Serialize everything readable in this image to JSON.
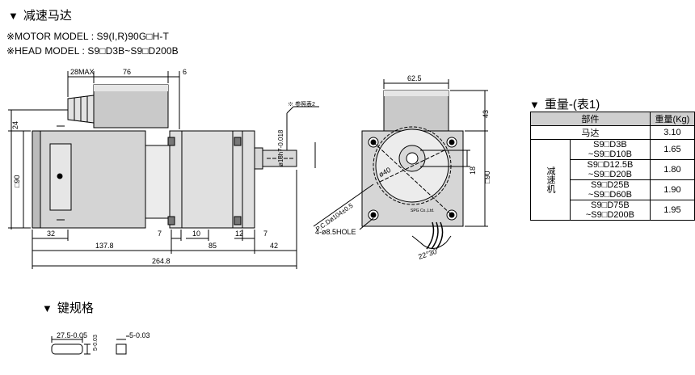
{
  "headers": {
    "reduction_motor": "减速马达",
    "weight_table": "重量-(表1)",
    "key_spec": "键规格"
  },
  "models": {
    "motor_model": "※MOTOR MODEL : S9(I,R)90G□H-T",
    "head_model": "※HEAD MODEL : S9□D3B~S9□D200B"
  },
  "dimensions": {
    "max28": "28MAX",
    "d76": "76",
    "d6": "6",
    "d24": "24",
    "d90_left": "□90",
    "d32": "32",
    "d137": "137.8",
    "d7a": "7",
    "d10": "10",
    "d12": "12",
    "d7b": "7",
    "d85": "85",
    "d42": "42",
    "d264": "264.8",
    "shaft": "ø18h7-0.018",
    "ref_table": "※ 参照表2",
    "d62": "62.5",
    "d43": "43",
    "d18": "18",
    "d90_right": "□90",
    "d40": "ø40",
    "pcd": "P.C.Dø104±0.5",
    "hole": "4-ø8.5HOLE",
    "angle": "22°30'",
    "brand": "SPG Co.,Ltd.",
    "key_len": "27.5-0.05",
    "key_h": "5-0.03",
    "key_w": "5-0.03"
  },
  "weight_table": {
    "col_part": "部件",
    "col_weight": "重量(Kg)",
    "motor_label": "马达",
    "motor_weight": "3.10",
    "group_label": "减速机",
    "rows": [
      {
        "m1": "S9□D3B",
        "m2": "~S9□D10B",
        "w": "1.65"
      },
      {
        "m1": "S9□D12.5B",
        "m2": "~S9□D20B",
        "w": "1.80"
      },
      {
        "m1": "S9□D25B",
        "m2": "~S9□D60B",
        "w": "1.90"
      },
      {
        "m1": "S9□D75B",
        "m2": "~S9□D200B",
        "w": "1.95"
      }
    ]
  }
}
